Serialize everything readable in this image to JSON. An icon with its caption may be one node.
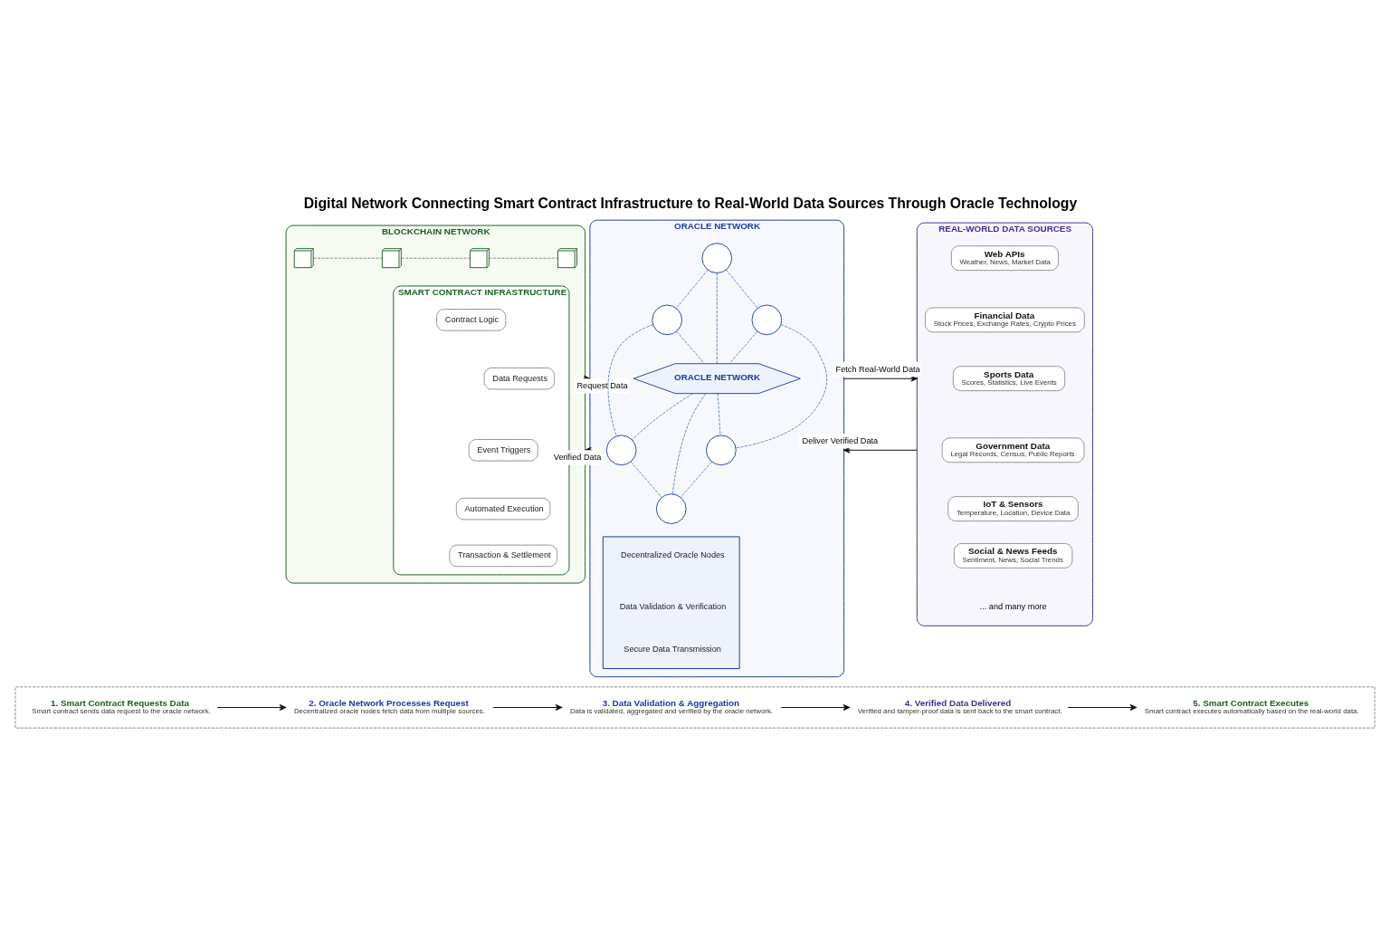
{
  "diagram": {
    "title": "Digital Network Connecting Smart Contract Infrastructure to Real-World Data Sources Through Oracle Technology",
    "nodes": [
      {
        "text": [
          "BLOCKCHAIN NETWORK"
        ]
      },
      {
        "text": [],
        "shape": "cube",
        "in": 0
      },
      {
        "text": [],
        "shape": "cube",
        "in": 0
      },
      {
        "text": [],
        "shape": "cube",
        "in": 0
      },
      {
        "text": [],
        "shape": "cube",
        "in": 0
      },
      {
        "text": [
          "SMART CONTRACT INFRASTRUCTURE"
        ],
        "in": 0
      },
      {
        "text": [
          "Contract Logic"
        ],
        "in": 5
      },
      {
        "text": [
          "Data Requests"
        ],
        "in": 5
      },
      {
        "text": [
          "Event Triggers"
        ],
        "in": 5
      },
      {
        "text": [
          "Automated Execution"
        ],
        "in": 5
      },
      {
        "text": [
          "Transaction & Settlement"
        ],
        "in": 5
      },
      {
        "text": [
          "ORACLE NETWORK"
        ]
      },
      {
        "text": [
          "ORACLE NETWORK"
        ],
        "in": 11
      },
      {
        "text": [],
        "shape": "circle",
        "in": 11
      },
      {
        "text": [],
        "shape": "circle",
        "in": 11
      },
      {
        "text": [],
        "shape": "circle",
        "in": 11
      },
      {
        "text": [],
        "shape": "circle",
        "in": 11
      },
      {
        "text": [],
        "shape": "circle",
        "in": 11
      },
      {
        "text": [],
        "shape": "circle",
        "in": 11
      },
      {
        "text": [],
        "shape": "box",
        "in": 11
      },
      {
        "text": [
          "Decentralized Oracle Nodes"
        ],
        "in": 19
      },
      {
        "text": [
          "Data Validation & Verification"
        ],
        "in": 19
      },
      {
        "text": [
          "Secure Data Transmission"
        ],
        "in": 19
      },
      {
        "text": [
          "REAL-WORLD DATA SOURCES"
        ]
      },
      {
        "text": [
          "Web APIs",
          "Weather, News, Market Data"
        ],
        "in": 23
      },
      {
        "text": [
          "Financial Data",
          "Stock Prices, Exchange Rates, Crypto Prices"
        ],
        "in": 23
      },
      {
        "text": [
          "Sports Data",
          "Scores, Statistics, Live Events"
        ],
        "in": 23
      },
      {
        "text": [
          "Government Data",
          "Legal Records, Census, Public Reports"
        ],
        "in": 23
      },
      {
        "text": [
          "IoT & Sensors",
          "Temperature, Location, Device Data"
        ],
        "in": 23
      },
      {
        "text": [
          "Social & News Feeds",
          "Sentiment, News, Social Trends"
        ],
        "in": 23
      },
      {
        "text": [],
        "shape": "box"
      },
      {
        "text": [
          "1. Smart Contract Requests Data",
          "Smart contract sends data request to the oracle network."
        ],
        "in": 30
      },
      {
        "text": [
          "2. Oracle Network Processes Request",
          "Decentralized oracle nodes fetch data from multiple sources."
        ],
        "in": 30
      },
      {
        "text": [
          "3. Data Validation & Aggregation",
          "Data is validated, aggregated and verified by the oracle network."
        ],
        "in": 30
      },
      {
        "text": [
          "4. Verified Data Delivered",
          "Verified and tamper-proof data is sent back to the smart contract."
        ],
        "in": 30
      },
      {
        "text": [
          "5. Smart Contract Executes",
          "Smart contract executes automatically based on the real-world data."
        ],
        "in": 30
      }
    ],
    "edges": [
      {
        "from": 1,
        "to": 2,
        "arrow": "none",
        "style": "dashed",
        "color": "#555555"
      },
      {
        "from": 2,
        "to": 3,
        "arrow": "none",
        "style": "dashed",
        "color": "#555555"
      },
      {
        "from": 3,
        "to": 4,
        "arrow": "none",
        "style": "dashed",
        "color": "#555555"
      },
      {
        "from": 13,
        "to": 14,
        "arrow": "none",
        "style": "dashed",
        "color": "#2a4bb0"
      },
      {
        "from": 13,
        "to": 15,
        "arrow": "none",
        "style": "dashed",
        "color": "#2a4bb0"
      },
      {
        "from": 14,
        "to": 16,
        "arrow": "none",
        "style": "dashed",
        "color": "#2a4bb0"
      },
      {
        "from": 15,
        "to": 17,
        "arrow": "none",
        "style": "dashed",
        "color": "#2a4bb0"
      },
      {
        "from": 16,
        "to": 18,
        "arrow": "none",
        "style": "dashed",
        "color": "#2a4bb0"
      },
      {
        "from": 17,
        "to": 18,
        "arrow": "none",
        "style": "dashed",
        "color": "#2a4bb0"
      },
      {
        "from": 13,
        "to": 12,
        "arrow": "none",
        "style": "dashed",
        "color": "#2a4bb0"
      },
      {
        "from": 14,
        "to": 12,
        "arrow": "none",
        "style": "dashed",
        "color": "#2a4bb0"
      },
      {
        "from": 15,
        "to": 12,
        "arrow": "none",
        "style": "dashed",
        "color": "#2a4bb0"
      },
      {
        "from": 16,
        "to": 12,
        "arrow": "none",
        "style": "dashed",
        "color": "#2a4bb0"
      },
      {
        "from": 17,
        "to": 12,
        "arrow": "none",
        "style": "dashed",
        "color": "#2a4bb0"
      },
      {
        "from": 18,
        "to": 12,
        "arrow": "none",
        "style": "dashed",
        "color": "#2a4bb0"
      },
      {
        "from": 0,
        "to": 11,
        "arrow": "to",
        "label": "Request Data",
        "color": "#111111"
      },
      {
        "from": 11,
        "to": 0,
        "arrow": "to",
        "label": "Verified Data",
        "color": "#111111"
      },
      {
        "from": 11,
        "to": 23,
        "arrow": "to",
        "label": "Fetch Real-World Data",
        "color": "#111111"
      },
      {
        "from": 23,
        "to": 11,
        "arrow": "to",
        "label": "Deliver Verified Data",
        "color": "#111111"
      },
      {
        "from": 31,
        "to": 32,
        "arrow": "to",
        "color": "#111111"
      },
      {
        "from": 32,
        "to": 33,
        "arrow": "to",
        "color": "#111111"
      },
      {
        "from": 33,
        "to": 34,
        "arrow": "to",
        "color": "#111111"
      },
      {
        "from": 34,
        "to": 35,
        "arrow": "to",
        "color": "#111111"
      }
    ],
    "labels": [
      "... and many more"
    ]
  }
}
